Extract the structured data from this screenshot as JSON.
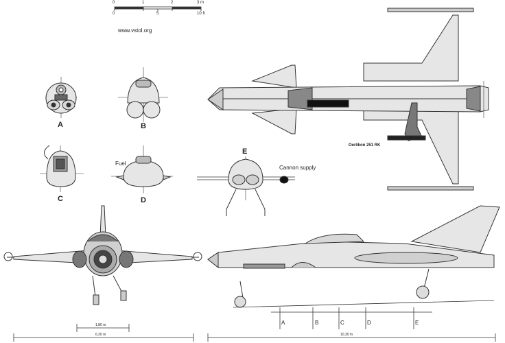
{
  "website": "www.vstol.org",
  "scale_bar": {
    "meters": [
      "0",
      "1",
      "2",
      "3 m"
    ],
    "feet": [
      "0",
      "5",
      "10 ft"
    ]
  },
  "section_views": [
    "A",
    "B",
    "C",
    "D",
    "E"
  ],
  "section_markers": [
    "A",
    "B",
    "C",
    "D",
    "E"
  ],
  "annotations": {
    "fuel": "Fuel",
    "cannon_supply": "Cannon supply",
    "cannon": "Oerlikon 251 RK"
  },
  "dimensions": {
    "track": "1,80 m",
    "span": "6,20 m",
    "length": "10,30 m"
  },
  "colors": {
    "line": "#333333",
    "fill_light": "#e6e6e6",
    "fill_mid": "#c8c8c8",
    "fill_dark": "#555555",
    "black": "#111111"
  }
}
